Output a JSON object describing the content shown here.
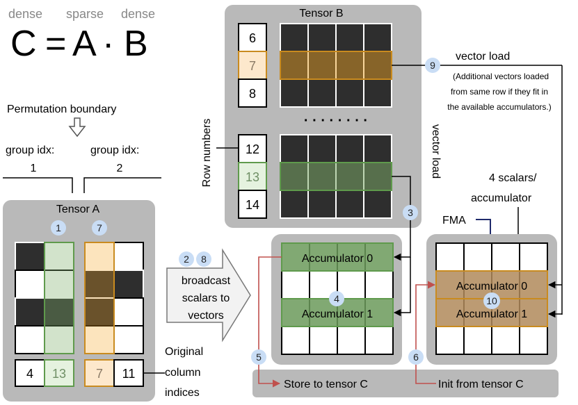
{
  "equation": {
    "label_dense_left": "dense",
    "label_sparse": "sparse",
    "label_dense_right": "dense",
    "c": "C",
    "eq": "=",
    "a": "A",
    "dot": "·",
    "b": "B"
  },
  "permutation": {
    "title": "Permutation boundary",
    "group_label_1": "group idx:",
    "group_label_2": "group idx:",
    "group_num_1": "1",
    "group_num_2": "2"
  },
  "tensor_a": {
    "title": "Tensor A",
    "col_indices": [
      "4",
      "13",
      "7",
      "11"
    ]
  },
  "tensor_b": {
    "title": "Tensor B",
    "row_numbers_top": [
      "6",
      "7",
      "8"
    ],
    "row_numbers_bottom": [
      "12",
      "13",
      "14"
    ],
    "dots": "· · · · · · · ·"
  },
  "labels": {
    "row_numbers": "Row numbers",
    "vector_load_top": "vector load",
    "vector_load_note_1": "(Additional vectors loaded",
    "vector_load_note_2": "from same row if they fit in",
    "vector_load_note_3": "the available accumulators.)",
    "vector_load_side": "vector load",
    "scalars_1": "4 scalars/",
    "scalars_2": "accumulator",
    "fma": "FMA",
    "broadcast_1": "broadcast",
    "broadcast_2": "scalars to",
    "broadcast_3": "vectors",
    "orig_1": "Original",
    "orig_2": "column",
    "orig_3": "indices",
    "store": "Store to tensor C",
    "init": "Init from tensor C"
  },
  "accumulators": {
    "left_0": "Accumulator 0",
    "left_1": "Accumulator 1",
    "right_0": "Accumulator 0",
    "right_1": "Accumulator 1"
  },
  "steps": {
    "s1": "1",
    "s2": "2",
    "s3": "3",
    "s4": "4",
    "s5": "5",
    "s6": "6",
    "s7": "7",
    "s8": "8",
    "s9": "9",
    "s10": "10"
  },
  "colors": {
    "panel": "#b9b9b9",
    "dark_cell": "#2e2e2e",
    "green_highlight": "#5f9a4c",
    "orange_highlight": "#c98b1f",
    "step_badge": "#c9ddf5",
    "store_arrow": "#c0504d",
    "fma_line": "#1f2a6b"
  }
}
